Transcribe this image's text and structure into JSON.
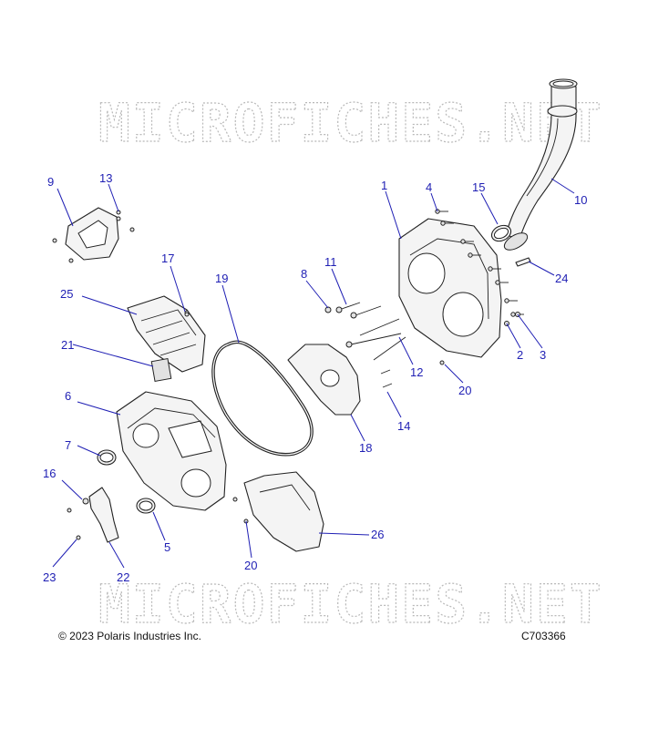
{
  "watermark": "MICROFICHES.NET",
  "copyright": "© 2023 Polaris Industries Inc.",
  "diagram_code": "C703366",
  "colors": {
    "callout": "#1f1fb4",
    "watermark": "#b9b9b9",
    "line": "#222222"
  },
  "callouts": [
    {
      "id": "c1",
      "label": "1"
    },
    {
      "id": "c2",
      "label": "2"
    },
    {
      "id": "c3",
      "label": "3"
    },
    {
      "id": "c4",
      "label": "4"
    },
    {
      "id": "c5",
      "label": "5"
    },
    {
      "id": "c6",
      "label": "6"
    },
    {
      "id": "c7",
      "label": "7"
    },
    {
      "id": "c8",
      "label": "8"
    },
    {
      "id": "c9",
      "label": "9"
    },
    {
      "id": "c10",
      "label": "10"
    },
    {
      "id": "c11",
      "label": "11"
    },
    {
      "id": "c12",
      "label": "12"
    },
    {
      "id": "c13",
      "label": "13"
    },
    {
      "id": "c14",
      "label": "14"
    },
    {
      "id": "c15",
      "label": "15"
    },
    {
      "id": "c16",
      "label": "16"
    },
    {
      "id": "c17",
      "label": "17"
    },
    {
      "id": "c18",
      "label": "18"
    },
    {
      "id": "c19",
      "label": "19"
    },
    {
      "id": "c20a",
      "label": "20"
    },
    {
      "id": "c20b",
      "label": "20"
    },
    {
      "id": "c21",
      "label": "21"
    },
    {
      "id": "c22",
      "label": "22"
    },
    {
      "id": "c23",
      "label": "23"
    },
    {
      "id": "c24",
      "label": "24"
    },
    {
      "id": "c25",
      "label": "25"
    },
    {
      "id": "c26",
      "label": "26"
    }
  ]
}
